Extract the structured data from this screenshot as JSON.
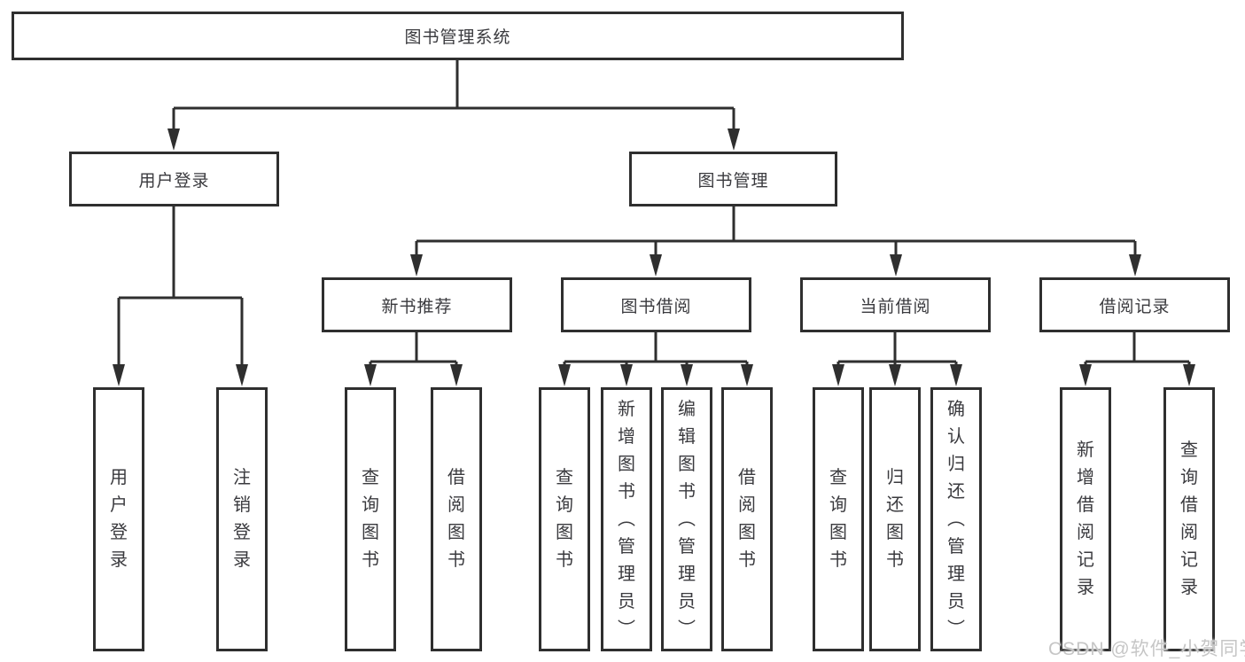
{
  "diagram": {
    "watermark": "CSDN @软件_小贺同学",
    "colors": {
      "line": "#2f2f2f",
      "box_border": "#2f2f2f",
      "text": "#3a3a3e",
      "watermark_text": "#c6c6c6",
      "background": "#ffffff"
    },
    "tree": {
      "label": "图书管理系统",
      "children": [
        {
          "label": "用户登录",
          "children": [
            {
              "label": "用户登录"
            },
            {
              "label": "注销登录"
            }
          ]
        },
        {
          "label": "图书管理",
          "children": [
            {
              "label": "新书推荐",
              "children": [
                {
                  "label": "查询图书"
                },
                {
                  "label": "借阅图书"
                }
              ]
            },
            {
              "label": "图书借阅",
              "children": [
                {
                  "label": "查询图书"
                },
                {
                  "label": "新增图书（管理员）"
                },
                {
                  "label": "编辑图书（管理员）"
                },
                {
                  "label": "借阅图书"
                }
              ]
            },
            {
              "label": "当前借阅",
              "children": [
                {
                  "label": "查询图书"
                },
                {
                  "label": "归还图书"
                },
                {
                  "label": "确认归还（管理员）"
                }
              ]
            },
            {
              "label": "借阅记录",
              "children": [
                {
                  "label": "新增借阅记录"
                },
                {
                  "label": "查询借阅记录"
                }
              ]
            }
          ]
        }
      ]
    }
  }
}
